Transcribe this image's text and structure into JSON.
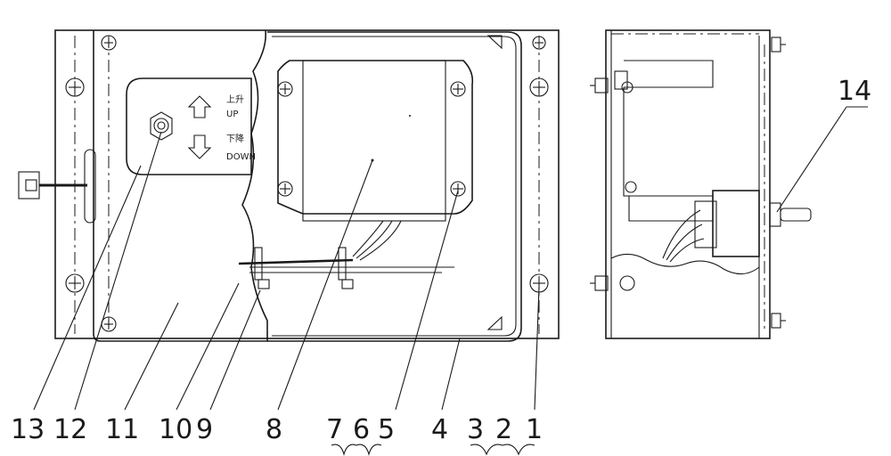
{
  "control_panel": {
    "up_cn": "上升",
    "up_en": "UP",
    "down_cn": "下降",
    "down_en": "DOWN"
  },
  "part_labels": [
    "13",
    "12",
    "11",
    "10",
    "9",
    "8",
    "7",
    "6",
    "5",
    "4",
    "3",
    "2",
    "1",
    "14"
  ]
}
